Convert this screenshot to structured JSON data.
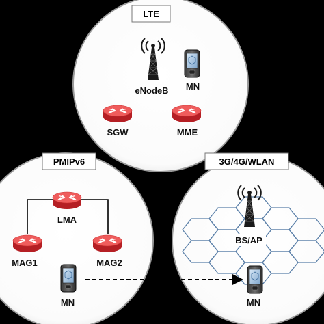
{
  "colors": {
    "background": "#000000",
    "circle_fill": "#ffffff",
    "circle_stroke": "#9a9a9a",
    "router_top": "#f06060",
    "router_side": "#b51f24",
    "hex_stroke": "#5a7fa8",
    "link": "#000000"
  },
  "panels": {
    "lte": {
      "title": "LTE",
      "enodeb_label": "eNodeB",
      "mn_label": "MN",
      "sgw_label": "SGW",
      "mme_label": "MME"
    },
    "pmipv6": {
      "title": "PMIPv6",
      "lma_label": "LMA",
      "mag1_label": "MAG1",
      "mag2_label": "MAG2",
      "mn_label": "MN"
    },
    "wireless": {
      "title": "3G/4G/WLAN",
      "bs_label": "BS/AP",
      "mn_label": "MN"
    }
  },
  "icons": {
    "tower": "radio-tower-icon",
    "router": "router-icon",
    "mobile": "mobile-node-icon",
    "handover": "dashed-arrow"
  }
}
